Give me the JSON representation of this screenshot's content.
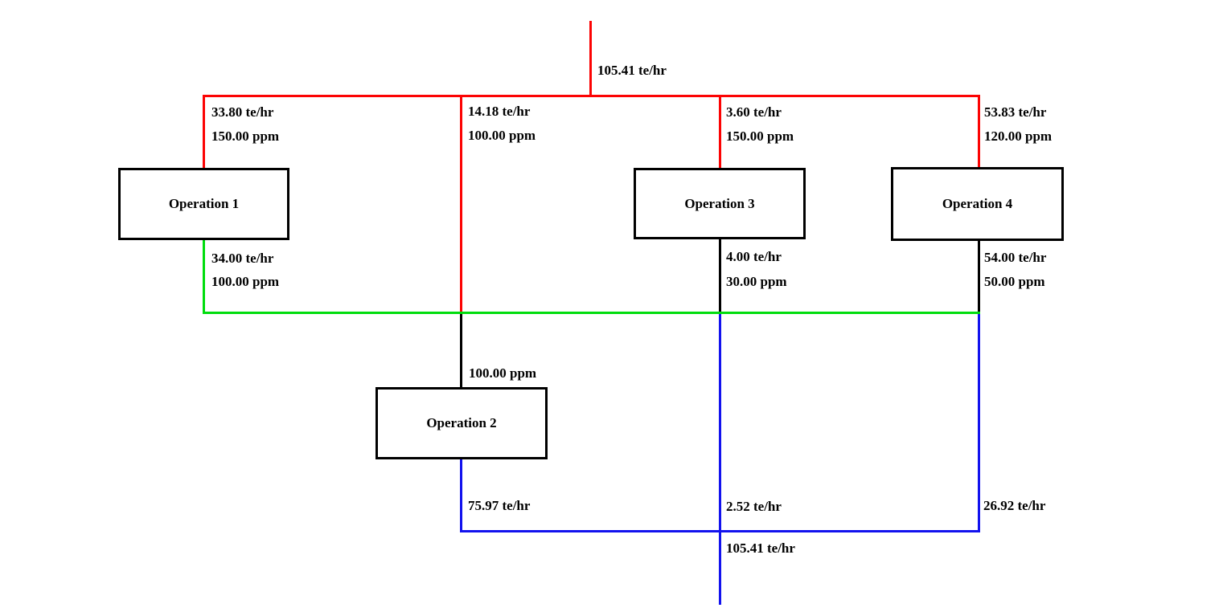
{
  "diagram_type": "water-network-flow-diagram",
  "colors": {
    "supply_line": "#fc0303",
    "reuse_line": "#00dd0d",
    "waste_line": "#1212ee",
    "pipe_line": "#000000",
    "text": "#000000",
    "background": "#ffffff"
  },
  "nodes": [
    {
      "label": "Operation 1"
    },
    {
      "label": "Operation 2"
    },
    {
      "label": "Operation 3"
    },
    {
      "label": "Operation 4"
    }
  ],
  "streams": {
    "feed": {
      "flow": "105.41 te/hr"
    },
    "op1_inlet": {
      "flow": "33.80 te/hr",
      "concentration": "150.00 ppm"
    },
    "op2_fresh_inlet": {
      "flow": "14.18 te/hr",
      "concentration": "100.00 ppm"
    },
    "op3_inlet": {
      "flow": "3.60 te/hr",
      "concentration": "150.00 ppm"
    },
    "op4_inlet": {
      "flow": "53.83 te/hr",
      "concentration": "120.00 ppm"
    },
    "op1_outlet": {
      "flow": "34.00 te/hr",
      "concentration": "100.00 ppm"
    },
    "op3_outlet": {
      "flow": "4.00 te/hr",
      "concentration": "30.00 ppm"
    },
    "op4_outlet": {
      "flow": "54.00 te/hr",
      "concentration": "50.00 ppm"
    },
    "op2_mixed_inlet": {
      "concentration": "100.00 ppm"
    },
    "op2_outlet": {
      "flow": "75.97 te/hr"
    },
    "op3_to_waste": {
      "flow": "2.52 te/hr"
    },
    "op4_to_waste": {
      "flow": "26.92 te/hr"
    },
    "total_waste": {
      "flow": "105.41 te/hr"
    }
  }
}
